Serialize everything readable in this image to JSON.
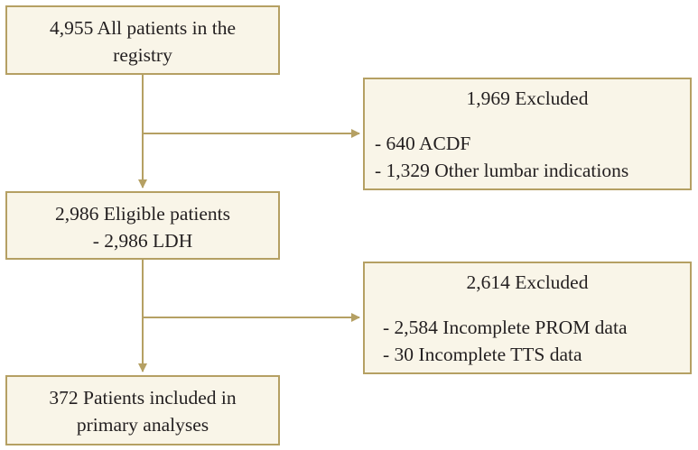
{
  "boxes": {
    "all_patients": {
      "lines": [
        "4,955 All patients in the",
        "registry"
      ]
    },
    "eligible": {
      "lines": [
        "2,986 Eligible patients",
        "- 2,986 LDH"
      ]
    },
    "included": {
      "lines": [
        "372 Patients included in",
        "primary analyses"
      ]
    },
    "excluded_1": {
      "title": "1,969 Excluded",
      "items": [
        "- 640 ACDF",
        "- 1,329 Other lumbar indications"
      ]
    },
    "excluded_2": {
      "title": "2,614 Excluded",
      "items": [
        "- 2,584 Incomplete PROM data",
        "- 30 Incomplete TTS data"
      ]
    }
  },
  "colors": {
    "border": "#b5a063",
    "fill": "#f9f5e8",
    "arrow": "#b5a063",
    "text": "#231f20"
  }
}
